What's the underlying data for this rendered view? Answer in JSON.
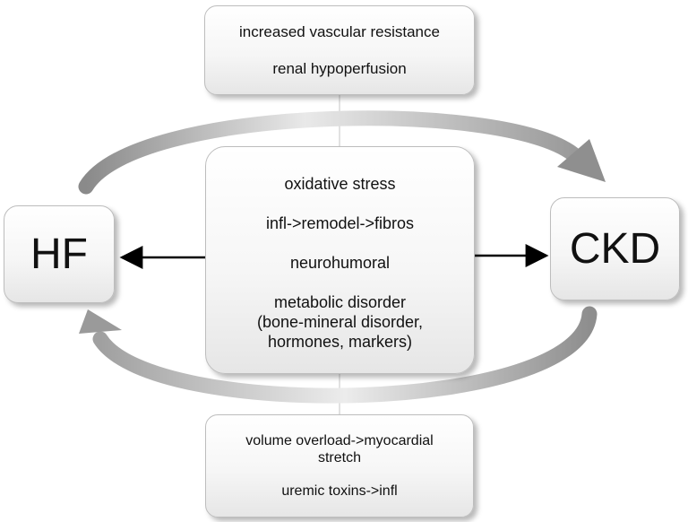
{
  "top_box": {
    "lines": [
      "increased vascular resistance",
      "renal hypoperfusion"
    ]
  },
  "center_box": {
    "items": [
      "oxidative stress",
      "infl->remodel->fibros",
      "neurohumoral",
      "metabolic disorder",
      "(bone-mineral disorder,",
      "hormones, markers)"
    ]
  },
  "bottom_box": {
    "lines": [
      "volume overload->myocardial",
      "stretch",
      "uremic toxins->infl"
    ]
  },
  "left_node": {
    "label": "HF"
  },
  "right_node": {
    "label": "CKD"
  },
  "colors": {
    "cycle_arrow": "#9e9e9e",
    "connector_arrow": "#000000",
    "box_border": "#bdbdbd"
  }
}
